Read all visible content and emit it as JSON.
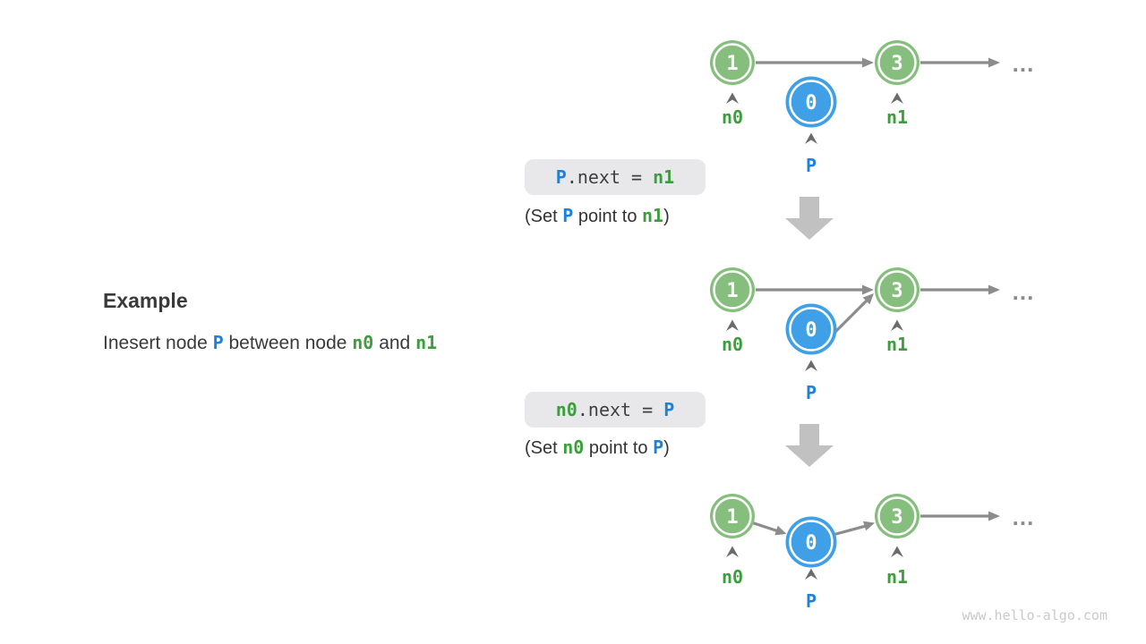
{
  "page": {
    "background": "#ffffff",
    "watermark": "www.hello-algo.com"
  },
  "colors": {
    "green_node": "#85be7d",
    "blue_node": "#3fa0e8",
    "green_text": "#3c9e3c",
    "blue_text": "#1e80d9",
    "edge_gray": "#8c8c8c",
    "block_arrow_gray": "#c1c1c1",
    "code_chip_bg": "#e8e8ea",
    "body_text": "#333333",
    "watermark_gray": "#c9c9c9"
  },
  "example": {
    "heading": "Example",
    "description": {
      "p1": "Inesert node ",
      "tok1": "P",
      "p2": " between node ",
      "tok2": "n0",
      "p3": " and ",
      "tok3": "n1"
    }
  },
  "steps": [
    {
      "code": {
        "var1": "P",
        "mid": ".next = ",
        "var2": "n1"
      },
      "caption": {
        "open": "(Set ",
        "var1": "P",
        "mid": " point to ",
        "var2": "n1",
        "close": ")"
      }
    },
    {
      "code": {
        "var1": "n0",
        "mid": ".next = ",
        "var2": "P"
      },
      "caption": {
        "open": "(Set ",
        "var1": "n0",
        "mid": " point to ",
        "var2": "P",
        "close": ")"
      }
    }
  ],
  "diagrams": [
    {
      "name": "initial state",
      "green1": {
        "value": "1",
        "label": "n0"
      },
      "blue": {
        "value": "0",
        "label": "P"
      },
      "green2": {
        "value": "3",
        "label": "n1"
      },
      "ellipsis": "...",
      "edges": [
        "n0->n1",
        "n1->..."
      ]
    },
    {
      "name": "after P.next = n1",
      "green1": {
        "value": "1",
        "label": "n0"
      },
      "blue": {
        "value": "0",
        "label": "P"
      },
      "green2": {
        "value": "3",
        "label": "n1"
      },
      "ellipsis": "...",
      "edges": [
        "n0->n1",
        "P->n1",
        "n1->..."
      ]
    },
    {
      "name": "after n0.next = P",
      "green1": {
        "value": "1",
        "label": "n0"
      },
      "blue": {
        "value": "0",
        "label": "P"
      },
      "green2": {
        "value": "3",
        "label": "n1"
      },
      "ellipsis": "...",
      "edges": [
        "n0->P",
        "P->n1",
        "n1->..."
      ]
    }
  ]
}
